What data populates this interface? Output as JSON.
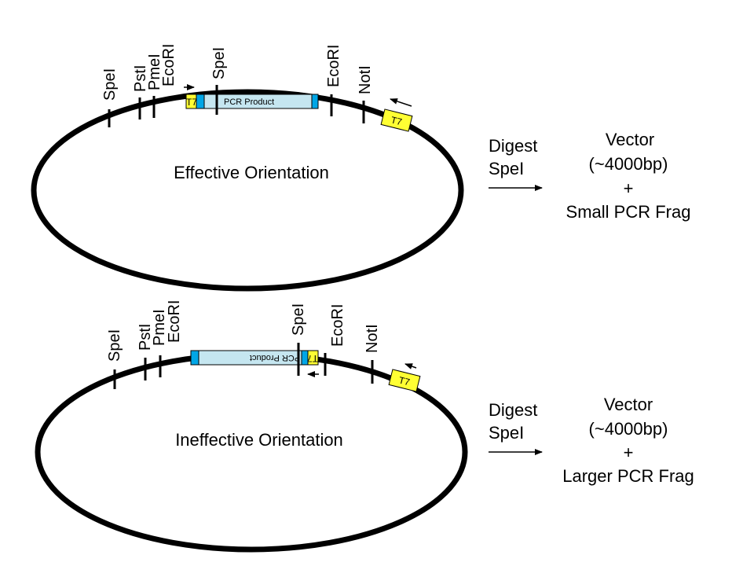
{
  "colors": {
    "plasmid": "#000000",
    "pcr_fill": "#c5e6f0",
    "pcr_cap": "#00a6e6",
    "t7_fill": "#ffff33"
  },
  "panels": [
    {
      "title": "Effective Orientation",
      "sites": [
        "SpeI",
        "PstI",
        "PmeI",
        "EcoRI",
        "SpeI",
        "EcoRI",
        "NotI"
      ],
      "insert_label": "PCR Product",
      "insert_t7": "T7",
      "vector_t7": "T7",
      "digest_line1": "Digest",
      "digest_line2": "SpeI",
      "result_line1": "Vector",
      "result_line2": "(~4000bp)",
      "result_plus": "+",
      "result_line3": "Small PCR Frag"
    },
    {
      "title": "Ineffective Orientation",
      "sites": [
        "SpeI",
        "PstI",
        "PmeI",
        "EcoRI",
        "SpeI",
        "EcoRI",
        "NotI"
      ],
      "insert_label": "PCR Product",
      "insert_t7": "T7",
      "vector_t7": "T7",
      "digest_line1": "Digest",
      "digest_line2": "SpeI",
      "result_line1": "Vector",
      "result_line2": "(~4000bp)",
      "result_plus": "+",
      "result_line3": "Larger PCR Frag"
    }
  ]
}
